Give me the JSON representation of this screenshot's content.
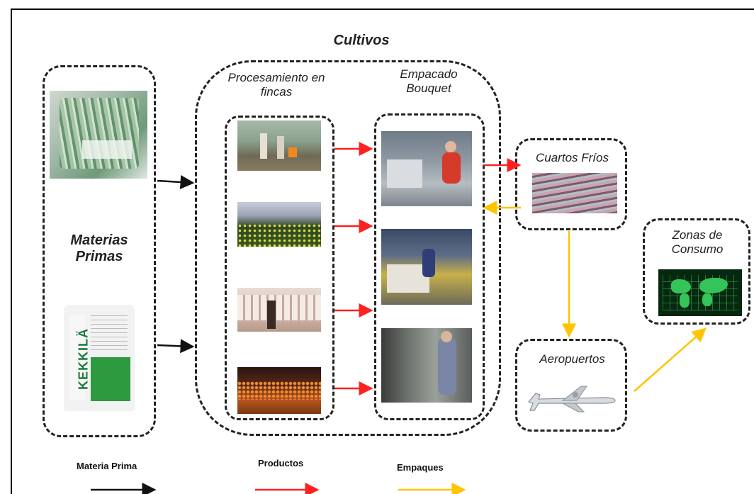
{
  "labels": {
    "cultivos": "Cultivos",
    "procesamiento": "Procesamiento en fincas",
    "empacado": "Empacado Bouquet",
    "materias_primas": "Materias Primas",
    "cuartos_frios": "Cuartos Fríos",
    "zonas_consumo": "Zonas de Consumo",
    "aeropuertos": "Aeropuertos",
    "kekkila": "KEKKILÄ"
  },
  "legend": {
    "materia_prima": "Materia Prima",
    "productos": "Productos",
    "empaques": "Empaques"
  },
  "colors": {
    "materia_prima": "#111111",
    "productos": "#ff2020",
    "empaques": "#ffc400",
    "dash": "#222222"
  }
}
